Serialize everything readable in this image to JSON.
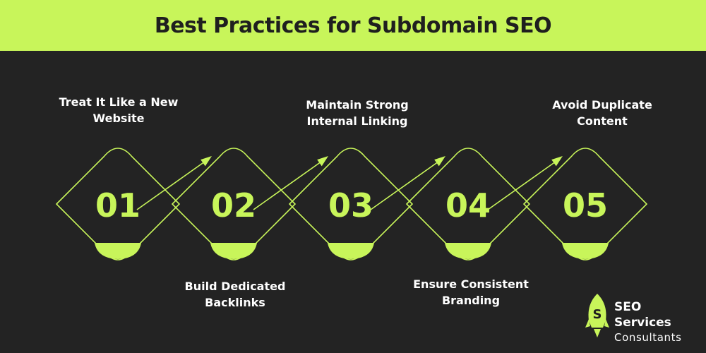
{
  "title": "Best Practices for Subdomain SEO",
  "colors": {
    "accent": "#c8f55a",
    "background": "#232323",
    "text": "#ffffff"
  },
  "steps": [
    {
      "number": "01",
      "line1": "Treat It Like a New",
      "line2": "Website",
      "label_position": "top"
    },
    {
      "number": "02",
      "line1": "Build Dedicated",
      "line2": "Backlinks",
      "label_position": "bottom"
    },
    {
      "number": "03",
      "line1": "Maintain Strong",
      "line2": "Internal Linking",
      "label_position": "top"
    },
    {
      "number": "04",
      "line1": "Ensure Consistent",
      "line2": "Branding",
      "label_position": "bottom"
    },
    {
      "number": "05",
      "line1": "Avoid Duplicate",
      "line2": "Content",
      "label_position": "top"
    }
  ],
  "logo": {
    "line1": "SEO Services",
    "line2": "Consultants",
    "icon": "rocket-s-icon",
    "icon_letter": "S"
  }
}
